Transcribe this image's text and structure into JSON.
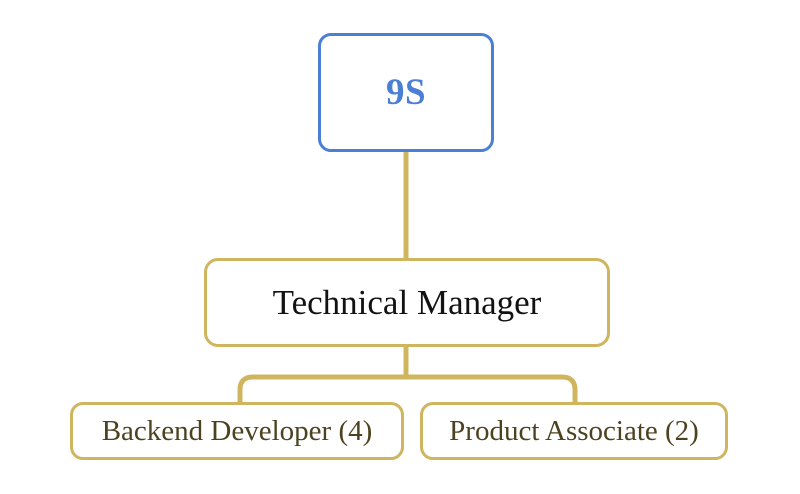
{
  "chart_data": {
    "type": "diagram",
    "diagram_type": "organizational-hierarchy-tree",
    "title": "",
    "orientation": "top-down",
    "nodes": [
      {
        "id": "root",
        "label": "9S",
        "level": 0,
        "border_color": "#4a7fd4",
        "text_color": "#4a7fd4",
        "fill_color": "#ffffff",
        "bold": true
      },
      {
        "id": "technical-manager",
        "label": "Technical Manager",
        "level": 1,
        "border_color": "#cfb55e",
        "text_color": "#121212",
        "fill_color": "#ffffff",
        "bold": false
      },
      {
        "id": "backend-developer",
        "label": "Backend Developer (4)",
        "level": 2,
        "count": 4,
        "role": "Backend Developer",
        "border_color": "#cfb55e",
        "text_color": "#4d4220",
        "fill_color": "#ffffff",
        "bold": false
      },
      {
        "id": "product-associate",
        "label": "Product Associate (2)",
        "level": 2,
        "count": 2,
        "role": "Product Associate",
        "border_color": "#cfb55e",
        "text_color": "#4d4220",
        "fill_color": "#ffffff",
        "bold": false
      }
    ],
    "edges": [
      {
        "from": "root",
        "to": "technical-manager"
      },
      {
        "from": "technical-manager",
        "to": "backend-developer"
      },
      {
        "from": "technical-manager",
        "to": "product-associate"
      }
    ],
    "edge_color": "#cfb55e",
    "edge_width": 4,
    "background": "#ffffff"
  },
  "colors": {
    "accent_blue": "#4a7fd4",
    "accent_gold": "#cfb55e",
    "leaf_text": "#4d4220",
    "mid_text": "#121212",
    "background": "#ffffff"
  }
}
